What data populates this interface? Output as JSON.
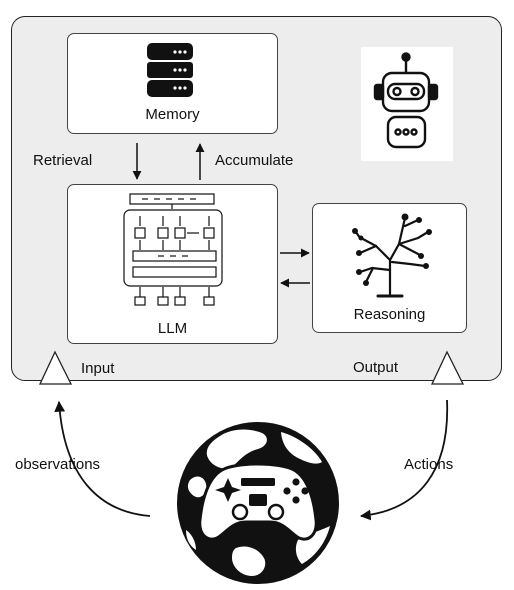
{
  "memory": {
    "label": "Memory",
    "icon": "database-icon"
  },
  "llm": {
    "label": "LLM",
    "icon": "transformer-icon"
  },
  "reasoning": {
    "label": "Reasoning",
    "icon": "tree-icon"
  },
  "agent": {
    "icon": "robot-icon"
  },
  "edges": {
    "retrieval": "Retrieval",
    "accumulate": "Accumulate",
    "input": "Input",
    "output": "Output",
    "observations": "observations",
    "actions": "Actions"
  },
  "environment": {
    "icon": "globe-gamepad-icon"
  },
  "colors": {
    "frame_bg": "#ededed",
    "box_bg": "#ffffff",
    "stroke": "#111111"
  }
}
